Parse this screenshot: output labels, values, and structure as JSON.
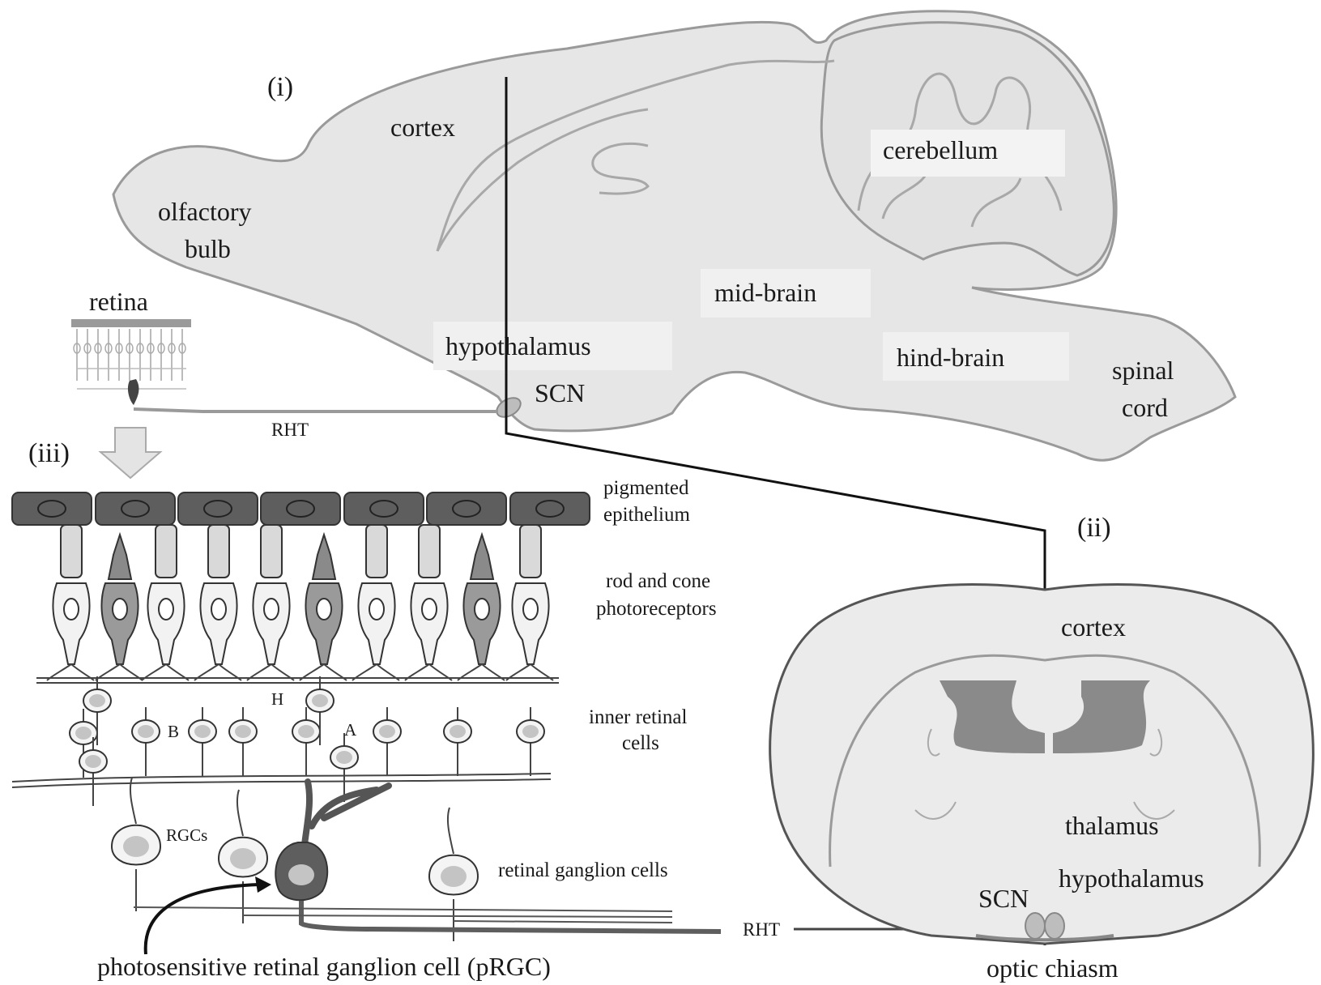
{
  "panels": {
    "sagittal": "(i)",
    "coronal": "(ii)",
    "retina_detail": "(iii)"
  },
  "sagittal_labels": {
    "cortex": "cortex",
    "olfactory_line1": "olfactory",
    "olfactory_line2": "bulb",
    "cerebellum": "cerebellum",
    "mid_brain": "mid-brain",
    "hypothalamus": "hypothalamus",
    "hind_brain": "hind-brain",
    "spinal_line1": "spinal",
    "spinal_line2": "cord",
    "scn": "SCN",
    "retina": "retina",
    "rht": "RHT"
  },
  "retina_labels": {
    "pigmented_line1": "pigmented",
    "pigmented_line2": "epithelium",
    "photoreceptors_line1": "rod and cone",
    "photoreceptors_line2": "photoreceptors",
    "inner_line1": "inner retinal",
    "inner_line2": "cells",
    "ganglion": "retinal ganglion cells",
    "rgcs": "RGCs",
    "h": "H",
    "b": "B",
    "a": "A",
    "prgc": "photosensitive retinal ganglion cell (pRGC)",
    "rht": "RHT"
  },
  "coronal_labels": {
    "cortex": "cortex",
    "thalamus": "thalamus",
    "hypothalamus": "hypothalamus",
    "scn": "SCN",
    "optic_chiasm": "optic chiasm"
  },
  "colors": {
    "brain_fill": "#e6e6e6",
    "brain_outline": "#9a9a9a",
    "dark_cell": "#5e5e5e",
    "nucleus": "#c4c4c4",
    "ventricle": "#8a8a8a"
  }
}
